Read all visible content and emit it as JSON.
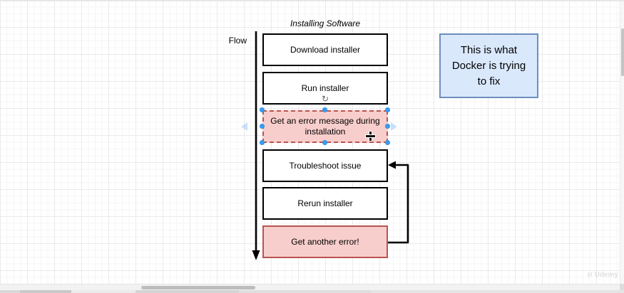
{
  "canvas": {
    "title": "Installing Software",
    "flow_label": "Flow",
    "watermark": "Udemy",
    "watermark_icon": "ʊ"
  },
  "flowchart": {
    "steps": [
      {
        "label": "Download installer",
        "type": "normal"
      },
      {
        "label": "Run installer",
        "type": "normal"
      },
      {
        "label": "Get an error message during installation",
        "type": "error",
        "selected": true
      },
      {
        "label": "Troubleshoot issue",
        "type": "normal"
      },
      {
        "label": "Rerun installer",
        "type": "normal"
      },
      {
        "label": "Get another error!",
        "type": "error"
      }
    ],
    "rotate_glyph": "↻"
  },
  "note": {
    "text": "This is what Docker is trying to fix"
  },
  "colors": {
    "error_fill": "#f8cecc",
    "error_border": "#b85450",
    "note_fill": "#dae8fc",
    "note_border": "#6c8ebf",
    "selection_handle": "#3b9ef3",
    "arrow_stroke": "#000000"
  }
}
